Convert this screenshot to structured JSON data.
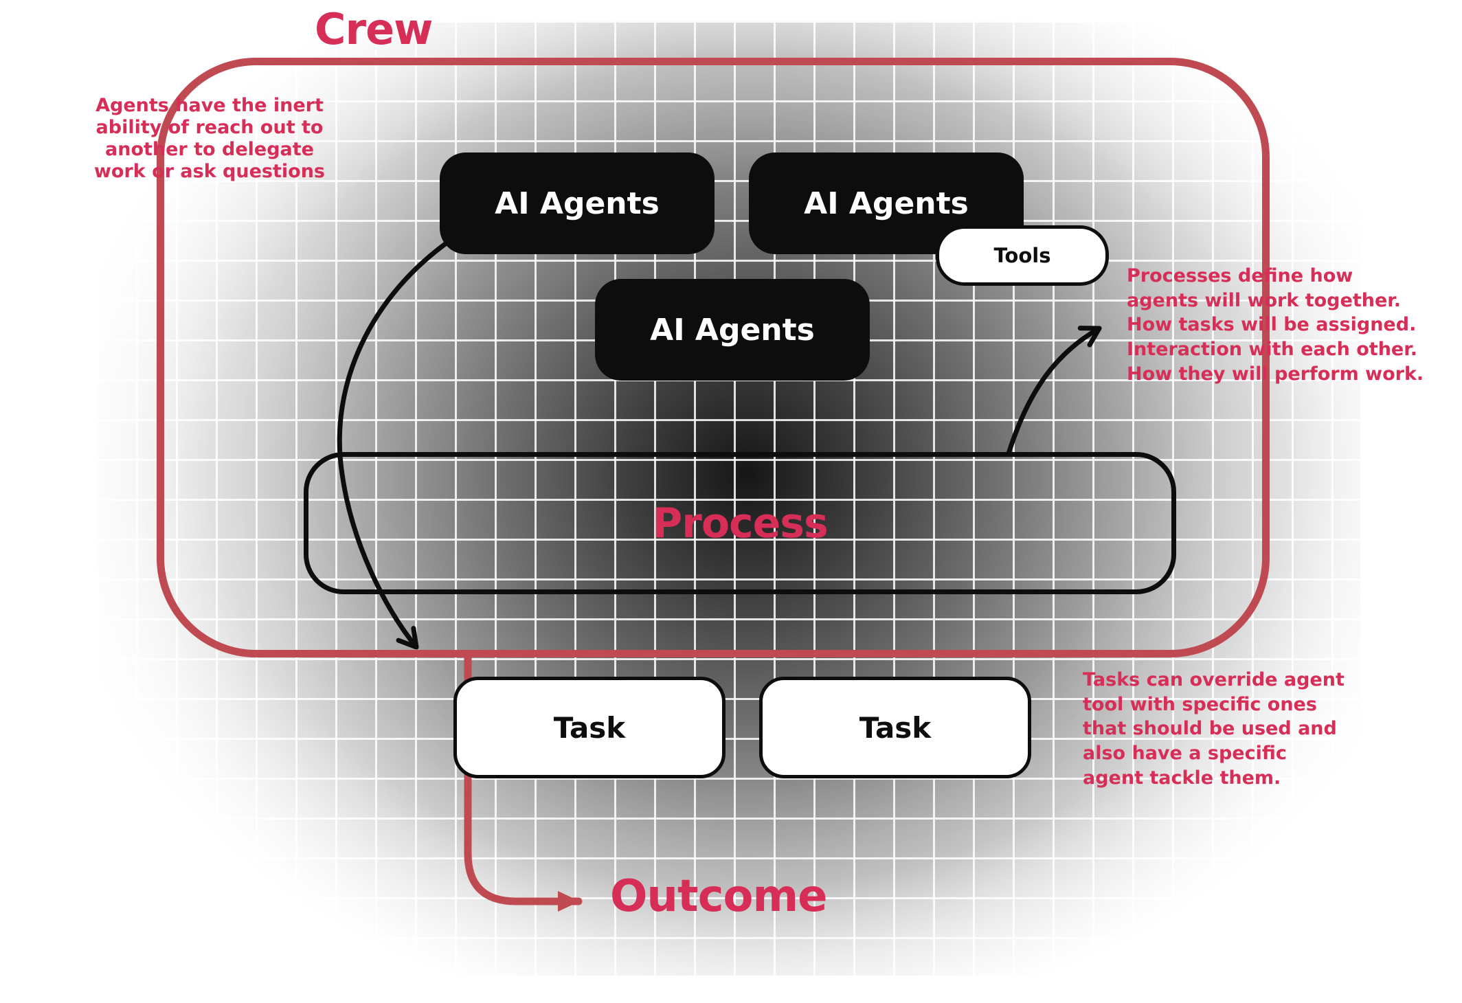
{
  "colors": {
    "accent": "#d62e57",
    "line": "#c04a52",
    "node-black": "#0d0d0d"
  },
  "title": "Crew",
  "outcome_label": "Outcome",
  "nodes": {
    "agent1": "AI Agents",
    "agent2": "AI Agents",
    "agent3": "AI Agents",
    "tools": "Tools",
    "process": "Process",
    "task1": "Task",
    "task2": "Task"
  },
  "annotations": {
    "left": "Agents have the inert\nability of reach out to\nanother to delegate\nwork or ask questions",
    "right_top": "Processes define how\nagents will work together.\nHow tasks will be assigned.\nInteraction with each other.\nHow they will perform work.",
    "right_bottom": "Tasks can override agent\ntool with specific ones\nthat should be used and\nalso have a specific\nagent tackle them."
  }
}
